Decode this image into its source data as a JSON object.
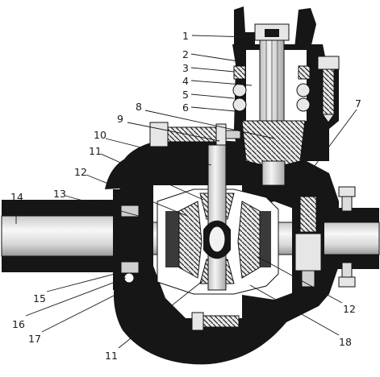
{
  "labels": {
    "l1": "1",
    "l2": "2",
    "l3": "3",
    "l4": "4",
    "l5": "5",
    "l6": "6",
    "l7": "7",
    "l8": "8",
    "l9": "9",
    "l10": "10",
    "l11a": "11",
    "l12a": "12",
    "l13": "13",
    "l14": "14",
    "l15": "15",
    "l16": "16",
    "l17": "17",
    "l12b": "12",
    "l18": "18",
    "l11b": "11"
  }
}
